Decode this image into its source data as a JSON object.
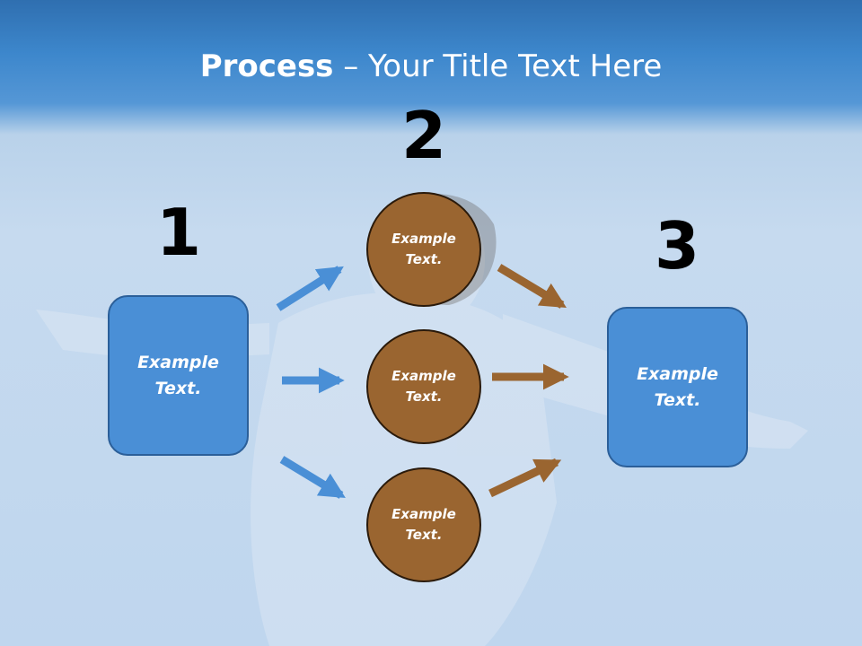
{
  "title": {
    "bold": "Process",
    "rest": " – Your Title Text Here"
  },
  "steps": {
    "one": "1",
    "two": "2",
    "three": "3"
  },
  "nodes": {
    "left_box": "Example\nText.",
    "circle_top": "Example\nText.",
    "circle_middle": "Example\nText.",
    "circle_bottom": "Example\nText.",
    "right_box": "Example\nText."
  },
  "colors": {
    "title_band": "#3d87cc",
    "box_fill": "#4a8fd6",
    "circle_fill": "#9a6530",
    "blue_arrow": "#4a8fd6",
    "brown_arrow": "#9a6530"
  }
}
